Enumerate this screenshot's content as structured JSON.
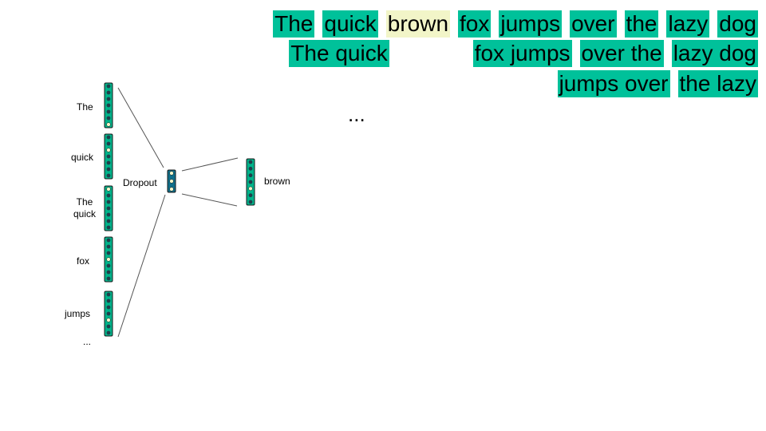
{
  "sentences": {
    "row1": [
      {
        "text": "The",
        "style": "hl"
      },
      {
        "text": "quick",
        "style": "hl"
      },
      {
        "text": "brown",
        "style": "target"
      },
      {
        "text": "fox",
        "style": "hl"
      },
      {
        "text": "jumps",
        "style": "hl"
      },
      {
        "text": "over",
        "style": "hl"
      },
      {
        "text": "the",
        "style": "hl"
      },
      {
        "text": "lazy",
        "style": "hl"
      },
      {
        "text": "dog",
        "style": "hl"
      }
    ],
    "row2_left": "The quick",
    "row2_right": "fox jumps",
    "row2_over_the": "over the",
    "row2_lazy_dog": "lazy dog",
    "row3_a": "jumps over",
    "row3_b": "the lazy",
    "more": "..."
  },
  "diagram": {
    "inputs": [
      {
        "label": "The",
        "active_dot": 6
      },
      {
        "label": "quick",
        "active_dot": 2
      },
      {
        "label": "The\nquick",
        "active_dot": 0
      },
      {
        "label": "fox",
        "active_dot": 3
      },
      {
        "label": "jumps",
        "active_dot": 4
      }
    ],
    "inputs_more": "...",
    "dropout_label": "Dropout",
    "output_label": "brown",
    "output_active_dot": 4,
    "colors": {
      "vector_fill": "#00b38a",
      "vector_stroke": "#1a1a1a",
      "dot": "#1f3f4a",
      "dot_active": "#f2f5c8",
      "dropout_fill": "#0f6f8a",
      "dropout_dot": "#f2f5c8",
      "line": "#555555"
    }
  }
}
